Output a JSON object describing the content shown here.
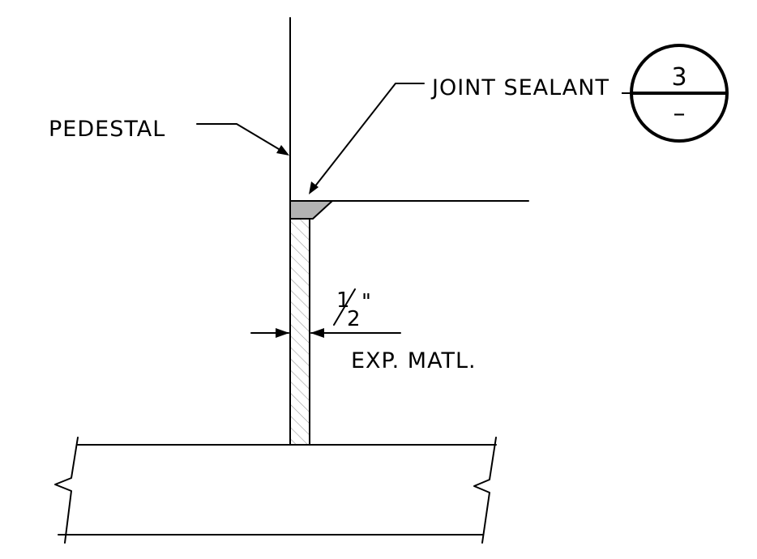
{
  "labels": {
    "pedestal": "PEDESTAL",
    "joint_sealant": "JOINT SEALANT",
    "dimension_numerator": "1",
    "dimension_denominator": "2",
    "dimension_inch_mark": "\"",
    "expansion_material": "EXP. MATL."
  },
  "section_marker": {
    "section_number": "3",
    "sheet_reference": "–"
  },
  "colors": {
    "line": "#000000",
    "sealant_fill": "#b3b3b3",
    "hatch": "#9a9a9a",
    "background": "#ffffff"
  }
}
